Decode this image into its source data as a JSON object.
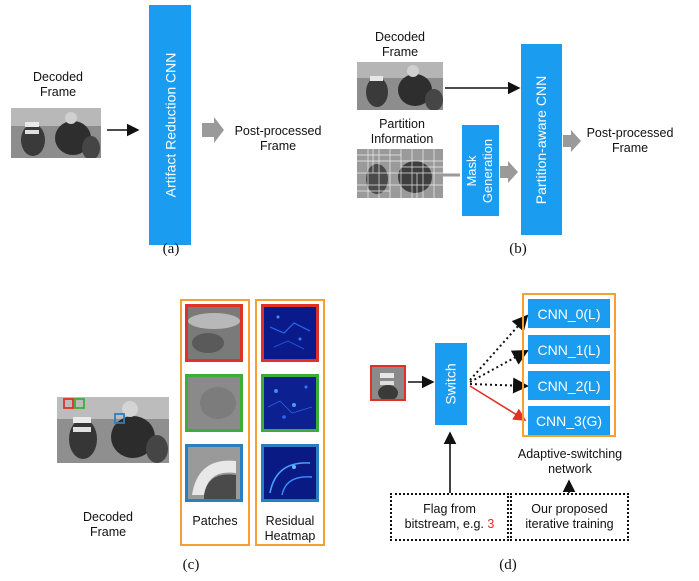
{
  "panel_a": {
    "decoded_frame_label": "Decoded\nFrame",
    "cnn_label": "Artifact Reduction CNN",
    "output_label": "Post-processed\nFrame",
    "caption": "(a)"
  },
  "panel_b": {
    "decoded_frame_label": "Decoded\nFrame",
    "partition_label": "Partition\nInformation",
    "mask_label": "Mask\nGeneration",
    "cnn_label": "Partition-aware CNN",
    "output_label": "Post-processed\nFrame",
    "caption": "(b)"
  },
  "panel_c": {
    "decoded_frame_label": "Decoded\nFrame",
    "patches_label": "Patches",
    "heatmap_label": "Residual\nHeatmap",
    "caption": "(c)"
  },
  "panel_d": {
    "switch_label": "Switch",
    "cnns": [
      "CNN_0(L)",
      "CNN_1(L)",
      "CNN_2(L)",
      "CNN_3(G)"
    ],
    "network_label": "Adaptive-switching\nnetwork",
    "flag_text": "Flag from\nbitstream, e.g. ",
    "flag_value": "3",
    "training_label": "Our proposed\niterative training",
    "caption": "(d)"
  },
  "colors": {
    "blue": "#1a9cf0",
    "orange": "#f5a030",
    "red": "#e0302a",
    "green": "#3aae3a",
    "patch_blue": "#2a7fc0",
    "gray_arrow": "#9a9a9a"
  }
}
